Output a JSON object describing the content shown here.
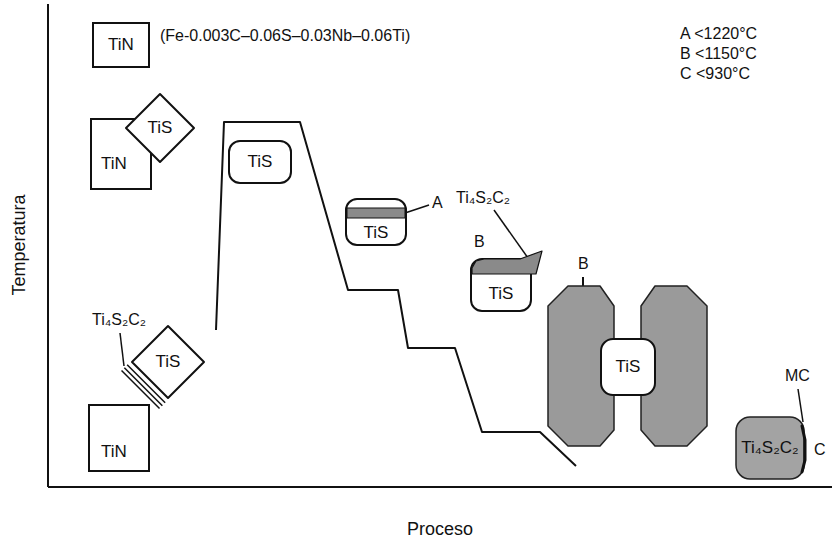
{
  "diagram": {
    "nodes": [
      {
        "text": [
          "TiN"
        ]
      },
      {
        "text": [
          "TiN"
        ]
      },
      {
        "text": [
          "TiS"
        ]
      },
      {
        "text": [
          "TiN"
        ]
      },
      {
        "text": [
          "TiS"
        ]
      },
      {
        "text": [
          "TiS"
        ]
      },
      {
        "text": [
          "TiS"
        ]
      },
      {
        "text": [
          "TiS"
        ]
      },
      {
        "text": [
          "TiS"
        ]
      },
      {
        "text": [
          "Ti₄S₂C₂"
        ]
      }
    ],
    "labels": [
      "(Fe-0.003C–0.06S–0.03Nb–0.06Ti)",
      "A <1220°C",
      "B <1150°C",
      "C <930°C",
      "Ti₄S₂C₂",
      "A",
      "Ti₄S₂C₂",
      "B",
      "B",
      "MC",
      "C",
      "Temperatura",
      "Proceso"
    ]
  }
}
